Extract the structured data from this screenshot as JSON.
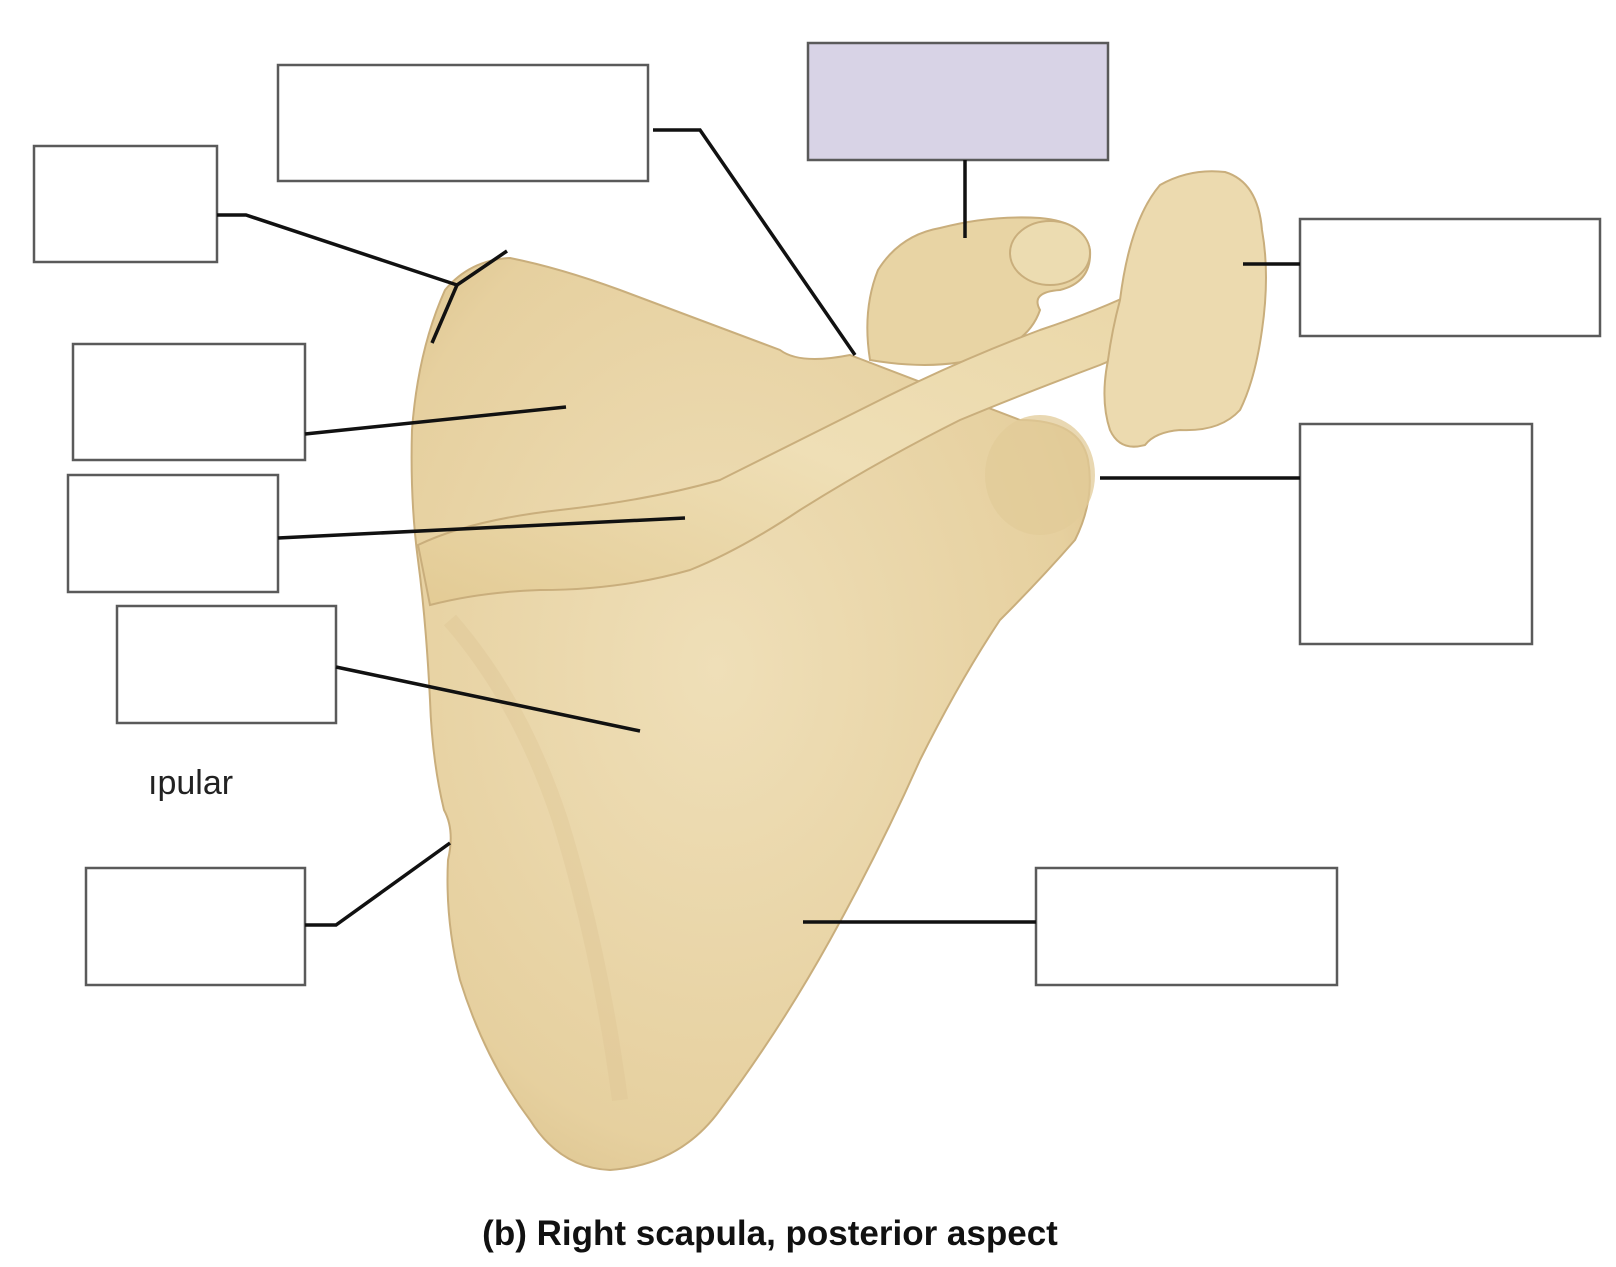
{
  "caption": "(b) Right scapula, posterior aspect",
  "partial_label": "ıpular",
  "colors": {
    "bone": "#ebd8ad",
    "bone_shadow": "#d9c08c",
    "highlight_box": "#d8d3e6",
    "leader_line": "#111111",
    "box_border": "#5a5a5a"
  },
  "label_boxes": [
    {
      "id": "box-superior-angle",
      "text": "",
      "highlighted": false
    },
    {
      "id": "box-suprascapular-notch",
      "text": "",
      "highlighted": false
    },
    {
      "id": "box-coracoid-process",
      "text": "",
      "highlighted": true
    },
    {
      "id": "box-acromion",
      "text": "",
      "highlighted": false
    },
    {
      "id": "box-supraspinous-fossa",
      "text": "",
      "highlighted": false
    },
    {
      "id": "box-spine",
      "text": "",
      "highlighted": false
    },
    {
      "id": "box-glenoid-cavity",
      "text": "",
      "highlighted": false
    },
    {
      "id": "box-infraspinous-fossa",
      "text": "",
      "highlighted": false
    },
    {
      "id": "box-medial-border",
      "text": "",
      "highlighted": false
    },
    {
      "id": "box-lateral-border",
      "text": "",
      "highlighted": false
    }
  ]
}
